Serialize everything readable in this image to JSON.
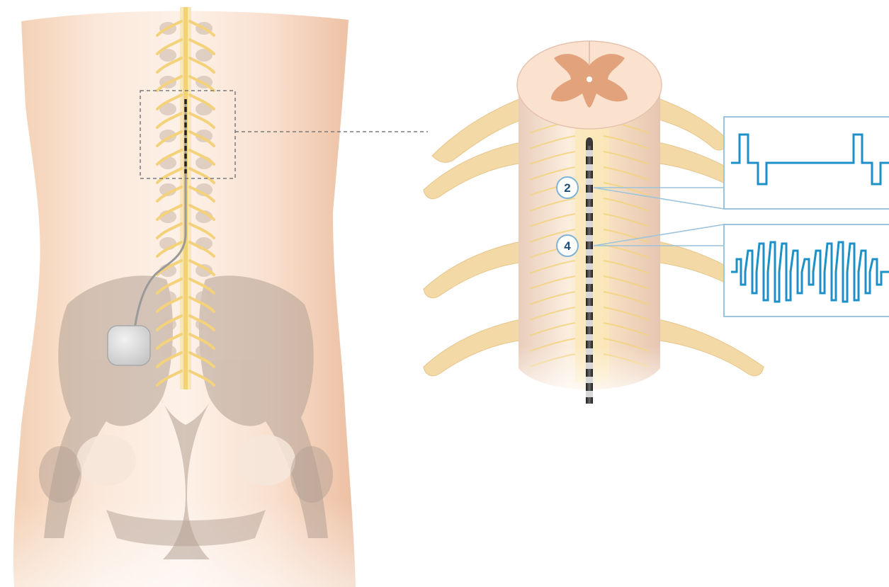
{
  "callouts": [
    {
      "label": "2"
    },
    {
      "label": "4"
    }
  ],
  "waveforms": [
    {
      "kind": "tonic-pulse",
      "color": "#1e90c8"
    },
    {
      "kind": "burst",
      "color": "#1e90c8"
    }
  ],
  "colors": {
    "skin_light": "#fbeadd",
    "skin_dark": "#eab98f",
    "nerve": "#f3d27a",
    "bone": "#d3c2b4",
    "cord_matter": "#e2a27c",
    "lead": "#2f2f2f",
    "accent": "#1e90c8",
    "dashed_box": "#7a7a7a"
  }
}
